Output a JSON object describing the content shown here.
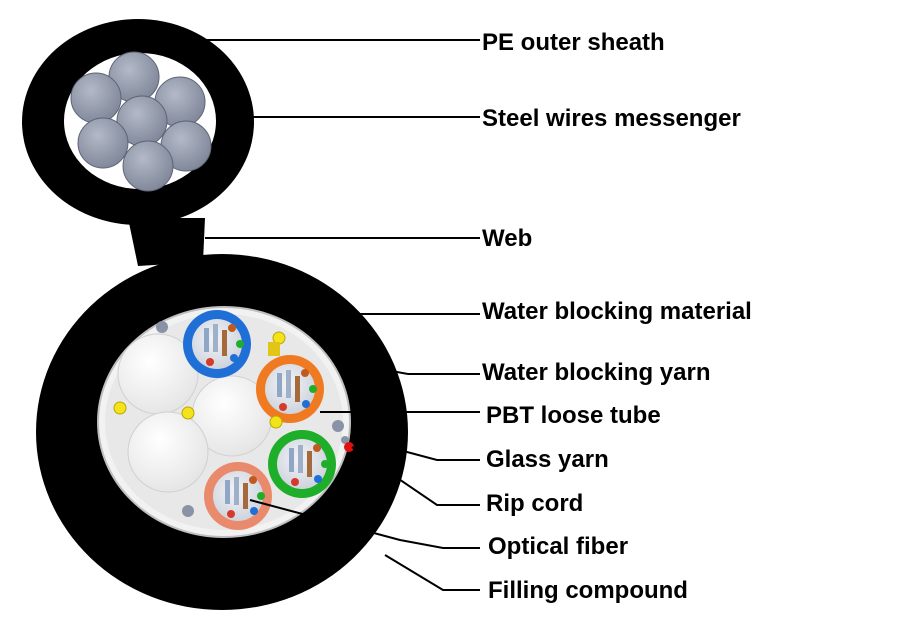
{
  "labels": {
    "pe_outer_sheath": "PE outer sheath",
    "steel_wires_messenger": "Steel wires messenger",
    "web": "Web",
    "water_blocking_material": "Water blocking material",
    "water_blocking_yarn": "Water blocking yarn",
    "pbt_loose_tube": "PBT loose tube",
    "glass_yarn": "Glass yarn",
    "rip_cord": "Rip cord",
    "optical_fiber": "Optical fiber",
    "filling_compound": "Filling compound"
  },
  "colors": {
    "sheath": "#000000",
    "steel_wire": "#8e96a8",
    "tube_blue": "#1f6fd6",
    "tube_orange": "#f07a22",
    "tube_green": "#1fae2a",
    "tube_salmon": "#e98a6c",
    "filler": "#ffffff",
    "water_blocking_yarn": "#f4e21a",
    "rip_cord": "#e01010",
    "glass_yarn": "#8a93a6"
  }
}
